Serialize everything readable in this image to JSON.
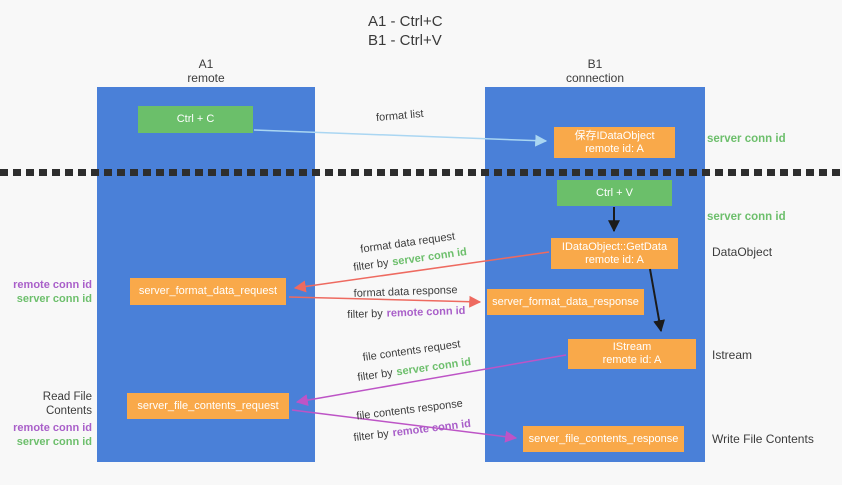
{
  "title": {
    "line1": "A1 - Ctrl+C",
    "line2": "B1 - Ctrl+V"
  },
  "lifelines": {
    "a1": {
      "name": "A1",
      "role": "remote"
    },
    "b1": {
      "name": "B1",
      "role": "connection"
    }
  },
  "nodes": {
    "ctrl_c": {
      "label": "Ctrl + C"
    },
    "ctrl_v": {
      "label": "Ctrl + V"
    },
    "save_dataobject": {
      "line1": "保存IDataObject",
      "line2": "remote id: A"
    },
    "getdata": {
      "line1": "IDataObject::GetData",
      "line2": "remote id: A"
    },
    "istream": {
      "line1": "IStream",
      "line2": "remote id: A"
    },
    "server_format_data_request": {
      "label": "server_format_data_request"
    },
    "server_format_data_response": {
      "label": "server_format_data_response"
    },
    "server_file_contents_request": {
      "label": "server_file_contents_request"
    },
    "server_file_contents_response": {
      "label": "server_file_contents_response"
    }
  },
  "arrows": {
    "format_list": {
      "label": "format list"
    },
    "format_data_request": {
      "label": "format data request",
      "filter_prefix": "filter by",
      "filter_key": "server conn id"
    },
    "format_data_response": {
      "label": "format data response",
      "filter_prefix": "filter by",
      "filter_key": "remote conn id"
    },
    "file_contents_request": {
      "label": "file contents request",
      "filter_prefix": "filter by",
      "filter_key": "server conn id"
    },
    "file_contents_response": {
      "label": "file contents response",
      "filter_prefix": "filter by",
      "filter_key": "remote conn id"
    }
  },
  "annotations": {
    "right": {
      "server_conn_id_1": "server conn id",
      "server_conn_id_2": "server conn id",
      "dataobject": "DataObject",
      "istream": "Istream",
      "write_file_contents": "Write File Contents"
    },
    "left": {
      "remote_conn_id_1": "remote conn id",
      "server_conn_id_1": "server conn id",
      "read_file_contents": "Read File Contents",
      "remote_conn_id_2": "remote conn id",
      "server_conn_id_2": "server conn id"
    }
  },
  "colors": {
    "lifeline_blue": "#4a80d8",
    "action_green": "#6bbf6a",
    "message_orange": "#f9a94a",
    "request_red": "#ee6a60",
    "file_magenta": "#bd54c6",
    "format_list_blue": "#aad6f2",
    "conn_id_green": "#6dbf6c",
    "conn_id_purple": "#a95fc9",
    "arrow_black": "#1b1b1b"
  }
}
